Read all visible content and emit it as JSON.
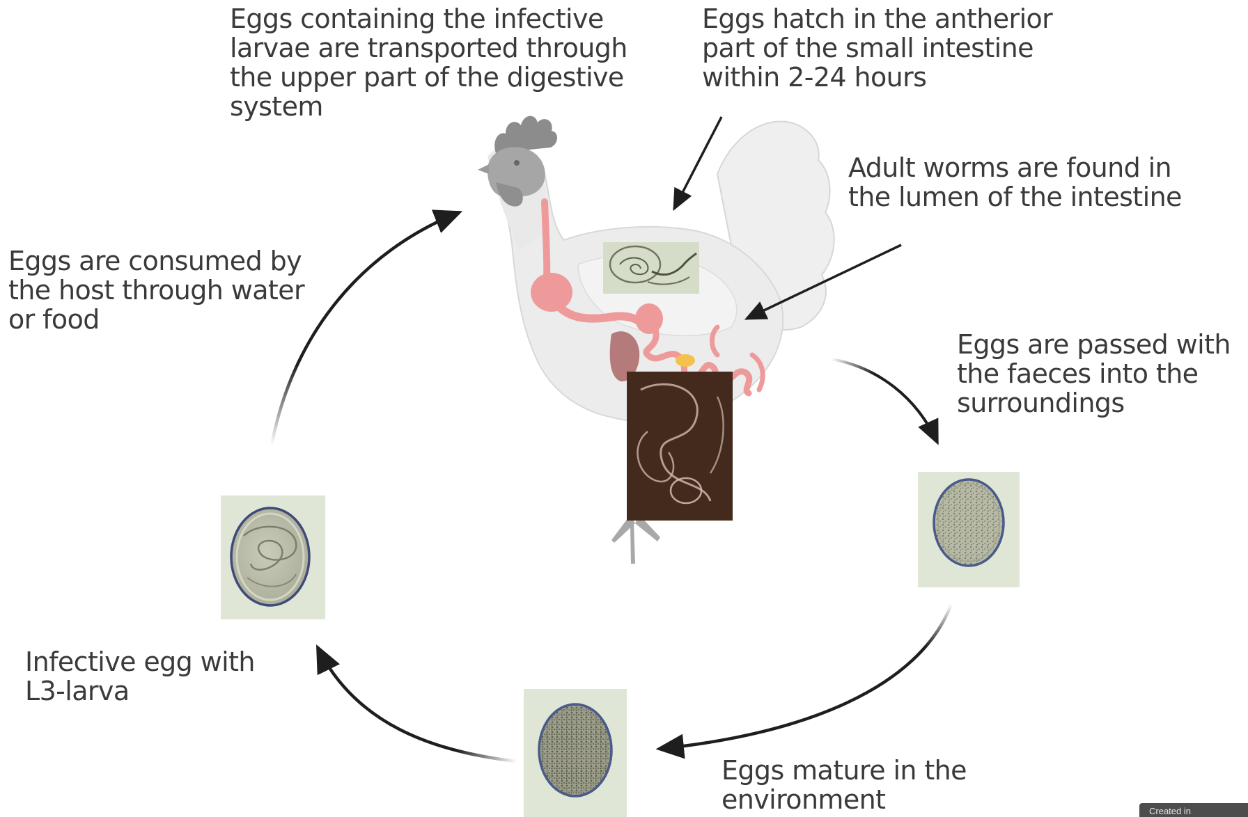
{
  "labels": {
    "transported": [
      "Eggs containing the infective",
      "larvae are transported through",
      "the upper part of the digestive",
      "system"
    ],
    "hatch": [
      "Eggs hatch in the antherior",
      "part of the small intestine",
      "within 2-24 hours"
    ],
    "adult": [
      "Adult worms are found in",
      "the lumen of the intestine"
    ],
    "consumed": [
      "Eggs are consumed by",
      "the host through water",
      "or food"
    ],
    "passed": [
      "Eggs are passed with",
      "the faeces into the",
      "surroundings"
    ],
    "infective": [
      "Infective egg with",
      "L3-larva"
    ],
    "mature": [
      "Eggs mature in the",
      "environment"
    ]
  },
  "badge": "Created in",
  "colors": {
    "text": "#3a3a3a",
    "arrow": "#1e1e1e",
    "hen_body": "#ececec",
    "comb": "#8c8c8c",
    "gut": "#ef9a9a",
    "egg_shell": "#4a5a8a",
    "micrograph_bg": "#dfe6d6",
    "worm_photo_bg": "#3a2418"
  },
  "icons": [
    "hen-illustration",
    "digestive-tract-icon",
    "larva-hatch-micrograph",
    "adult-worm-photo",
    "egg-micrograph"
  ]
}
